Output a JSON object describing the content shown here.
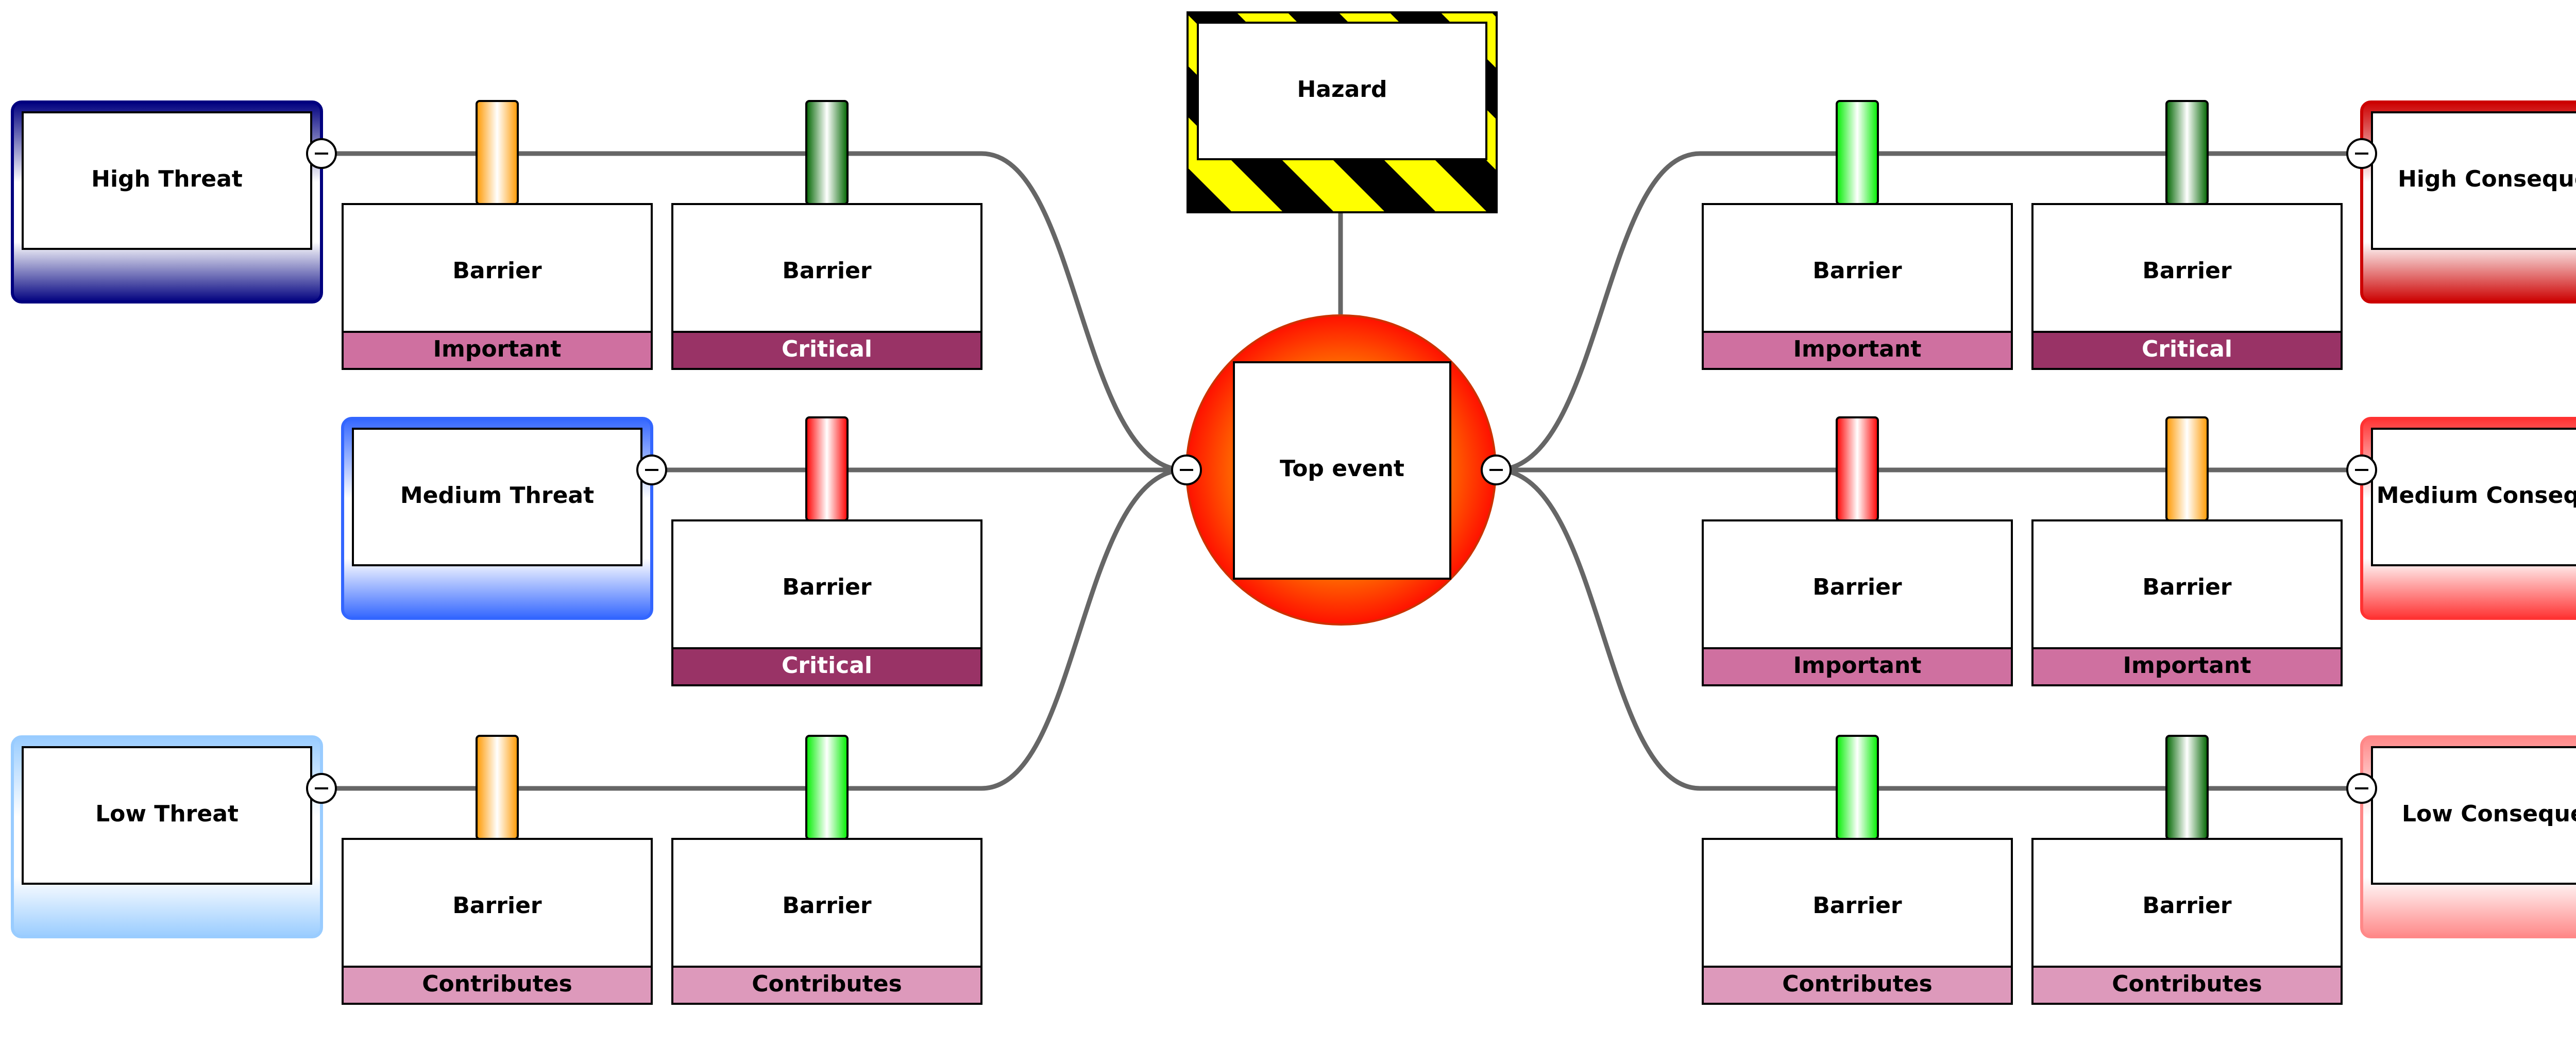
{
  "hazard": {
    "label": "Hazard"
  },
  "top_event": {
    "label": "Top event"
  },
  "threats": [
    {
      "label": "High Threat",
      "color": "#00007f",
      "barriers": [
        {
          "label": "Barrier",
          "rating": "Important",
          "rating_color": "#cf70a0",
          "indicator_color": "#ff9900"
        },
        {
          "label": "Barrier",
          "rating": "Critical",
          "rating_color": "#993366",
          "indicator_color": "#006600"
        }
      ]
    },
    {
      "label": "Medium Threat",
      "color": "#3366ff",
      "barriers": [
        {
          "label": "Barrier",
          "rating": "Critical",
          "rating_color": "#993366",
          "indicator_color": "#ff0000"
        }
      ]
    },
    {
      "label": "Low Threat",
      "color": "#99ccff",
      "barriers": [
        {
          "label": "Barrier",
          "rating": "Contributes",
          "rating_color": "#dd99bb",
          "indicator_color": "#ff9900"
        },
        {
          "label": "Barrier",
          "rating": "Contributes",
          "rating_color": "#dd99bb",
          "indicator_color": "#00ee00"
        }
      ]
    }
  ],
  "consequences": [
    {
      "label": "High Consequence",
      "color": "#cc0000",
      "barriers": [
        {
          "label": "Barrier",
          "rating": "Important",
          "rating_color": "#cf70a0",
          "indicator_color": "#00ee00"
        },
        {
          "label": "Barrier",
          "rating": "Critical",
          "rating_color": "#993366",
          "indicator_color": "#006600"
        }
      ]
    },
    {
      "label": "Medium Consequence",
      "color": "#ff3333",
      "barriers": [
        {
          "label": "Barrier",
          "rating": "Important",
          "rating_color": "#cf70a0",
          "indicator_color": "#ff0000"
        },
        {
          "label": "Barrier",
          "rating": "Important",
          "rating_color": "#cf70a0",
          "indicator_color": "#ff9900"
        }
      ]
    },
    {
      "label": "Low Consequence",
      "color": "#ff8888",
      "barriers": [
        {
          "label": "Barrier",
          "rating": "Contributes",
          "rating_color": "#dd99bb",
          "indicator_color": "#00ee00"
        },
        {
          "label": "Barrier",
          "rating": "Contributes",
          "rating_color": "#dd99bb",
          "indicator_color": "#006600"
        }
      ]
    }
  ]
}
